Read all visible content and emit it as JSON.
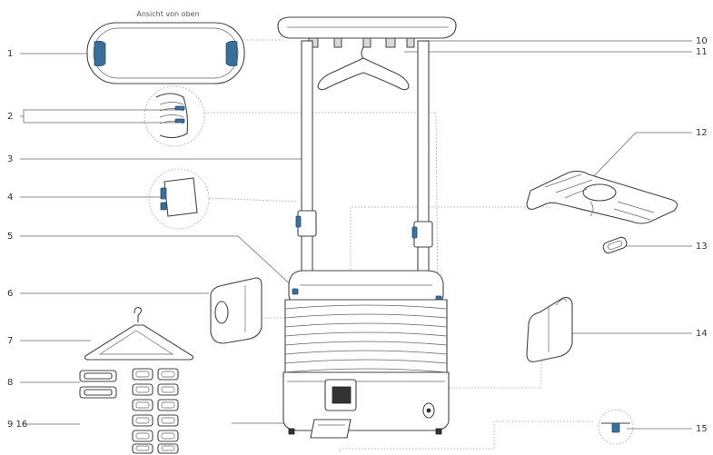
{
  "caption_top_view": "Ansicht von oben",
  "labels": [
    "1",
    "2",
    "3",
    "4",
    "5",
    "6",
    "7",
    "8",
    "9 16",
    "10",
    "11",
    "12",
    "13",
    "14",
    "15"
  ]
}
